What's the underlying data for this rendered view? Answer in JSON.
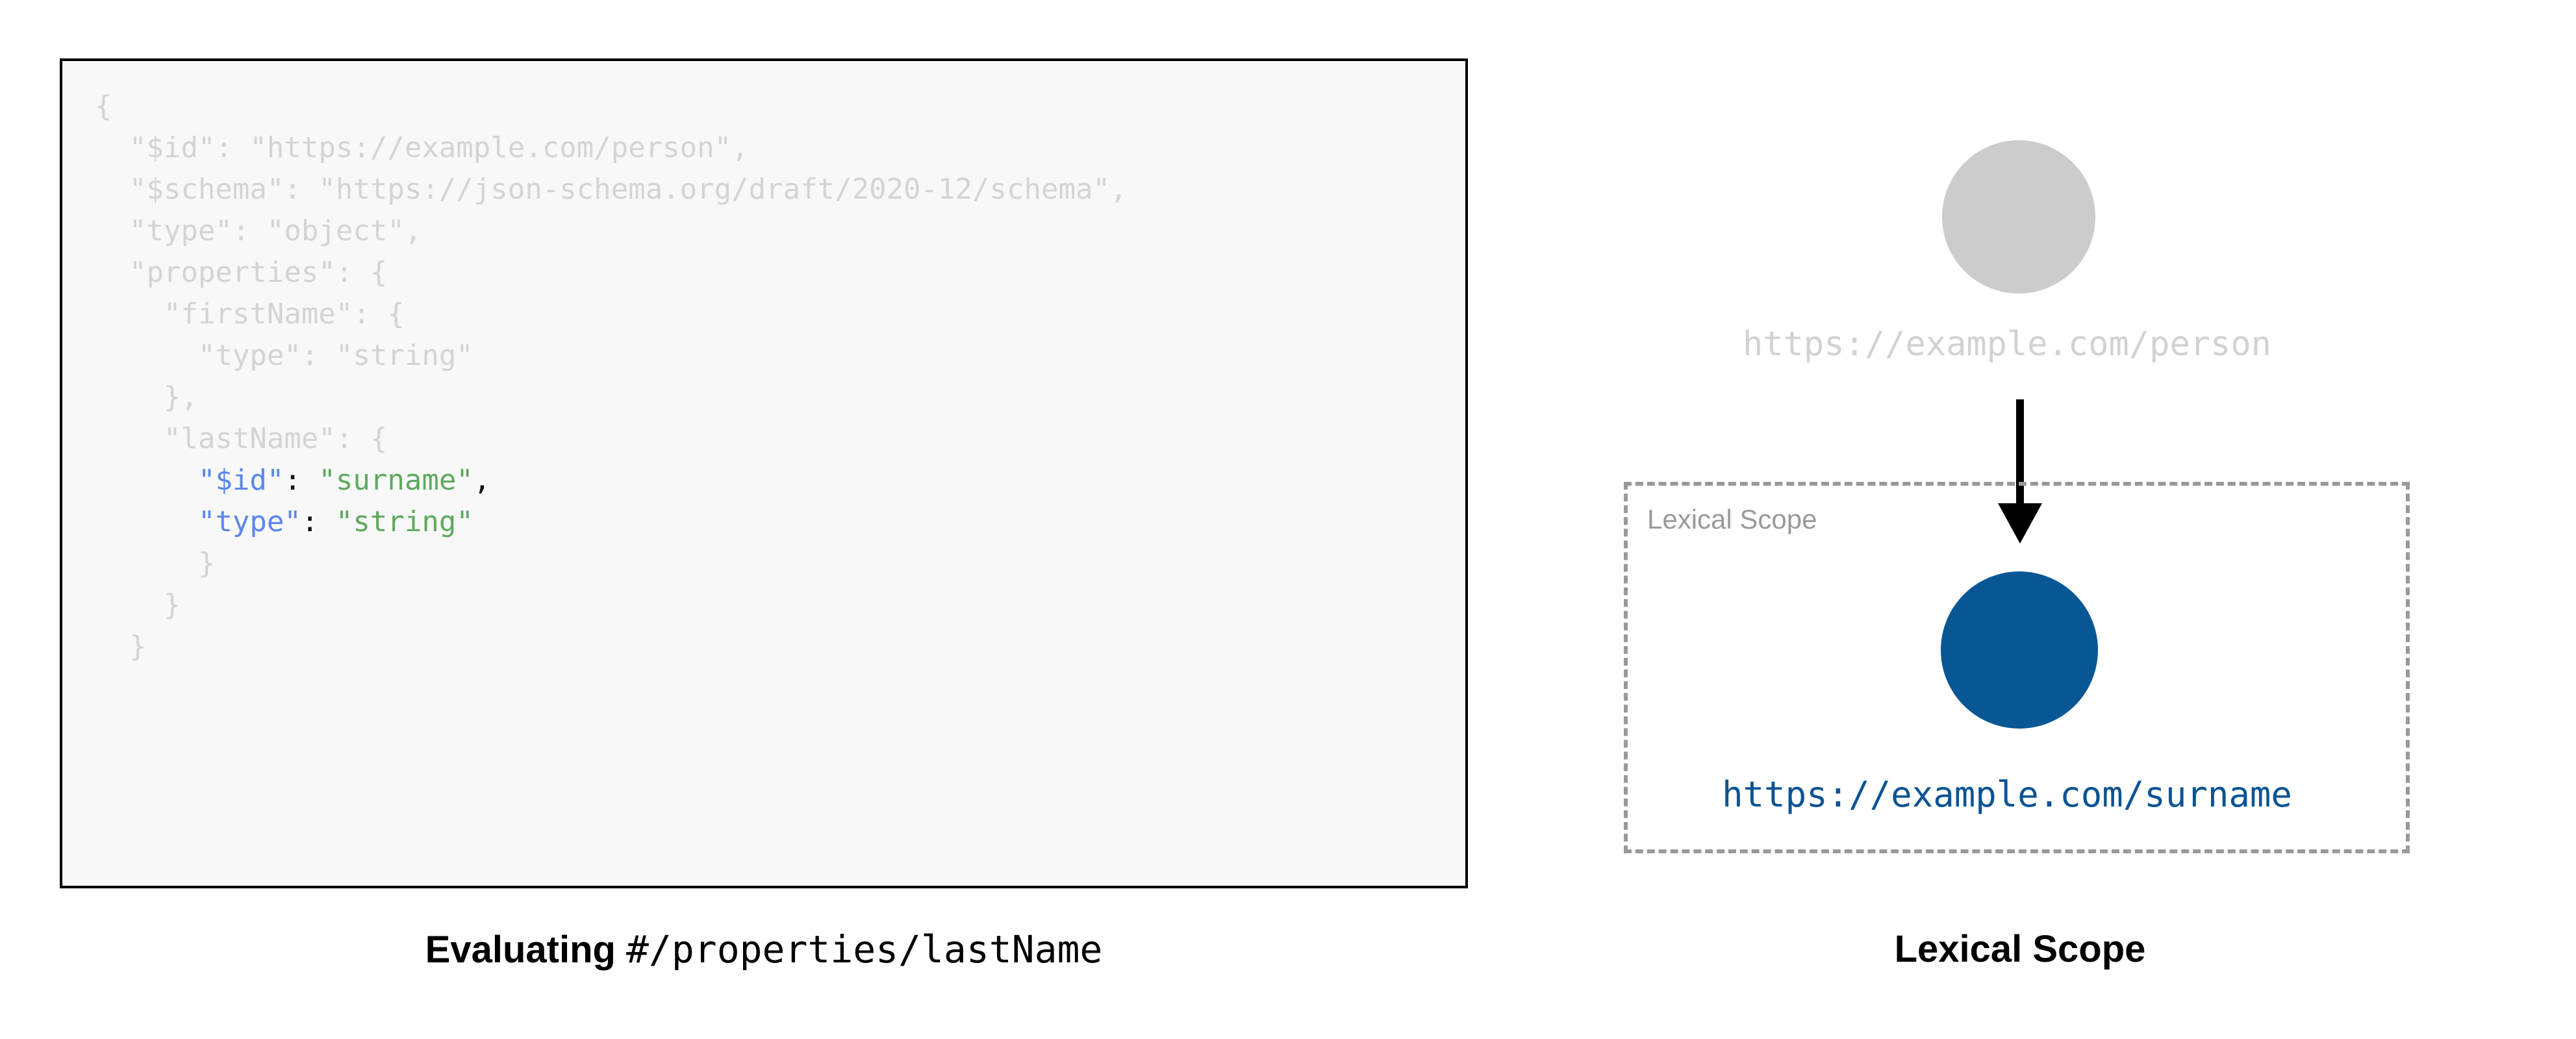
{
  "colors": {
    "code_background": "#f8f8f8",
    "code_border": "#000000",
    "code_dim_text": "#d4d4d4",
    "code_key_blue": "#5b87ec",
    "code_string_green": "#5fa95f",
    "code_punctuation": "#111111",
    "outer_node_gray": "#cccccc",
    "outer_label_gray": "#d2d2d2",
    "inner_node_blue": "#085795",
    "inner_label_blue": "#0a5394",
    "scope_border_gray": "#999999",
    "scope_label_gray": "#9a9a9a",
    "arrow_black": "#000000",
    "caption_black": "#000000"
  },
  "left_panel": {
    "code_lines": [
      {
        "indent": 0,
        "segments": [
          {
            "text": "{",
            "style": "dim"
          }
        ]
      },
      {
        "indent": 1,
        "segments": [
          {
            "text": "\"$id\": \"https://example.com/person\",",
            "style": "dim"
          }
        ]
      },
      {
        "indent": 1,
        "segments": [
          {
            "text": "\"$schema\": \"https://json-schema.org/draft/2020-12/schema\",",
            "style": "dim"
          }
        ]
      },
      {
        "indent": 1,
        "segments": [
          {
            "text": "\"type\": \"object\",",
            "style": "dim"
          }
        ]
      },
      {
        "indent": 1,
        "segments": [
          {
            "text": "\"properties\": {",
            "style": "dim"
          }
        ]
      },
      {
        "indent": 2,
        "segments": [
          {
            "text": "\"firstName\": {",
            "style": "dim"
          }
        ]
      },
      {
        "indent": 3,
        "segments": [
          {
            "text": "\"type\": \"string\"",
            "style": "dim"
          }
        ]
      },
      {
        "indent": 2,
        "segments": [
          {
            "text": "},",
            "style": "dim"
          }
        ]
      },
      {
        "indent": 2,
        "segments": [
          {
            "text": "\"lastName\": {",
            "style": "dim"
          }
        ]
      },
      {
        "indent": 3,
        "segments": [
          {
            "text": "\"$id\"",
            "style": "key"
          },
          {
            "text": ": ",
            "style": "punct"
          },
          {
            "text": "\"surname\"",
            "style": "str"
          },
          {
            "text": ",",
            "style": "punct"
          }
        ]
      },
      {
        "indent": 3,
        "segments": [
          {
            "text": "\"type\"",
            "style": "key"
          },
          {
            "text": ": ",
            "style": "punct"
          },
          {
            "text": "\"string\"",
            "style": "str"
          }
        ]
      },
      {
        "indent": 3,
        "segments": [
          {
            "text": "}",
            "style": "dim"
          }
        ]
      },
      {
        "indent": 2,
        "segments": [
          {
            "text": "}",
            "style": "dim"
          }
        ]
      },
      {
        "indent": 1,
        "segments": [
          {
            "text": "}",
            "style": "dim"
          }
        ]
      }
    ],
    "caption": {
      "bold_part": "Evaluating ",
      "mono_part": "#/properties/lastName"
    }
  },
  "right_panel": {
    "outer_node": {
      "label": "https://example.com/person",
      "shape": "circle"
    },
    "arrow": {
      "direction": "down",
      "icon": "arrow-down-icon"
    },
    "scope_box": {
      "label": "Lexical Scope",
      "border_style": "dashed"
    },
    "inner_node": {
      "label": "https://example.com/surname",
      "shape": "circle"
    },
    "caption": "Lexical Scope"
  }
}
